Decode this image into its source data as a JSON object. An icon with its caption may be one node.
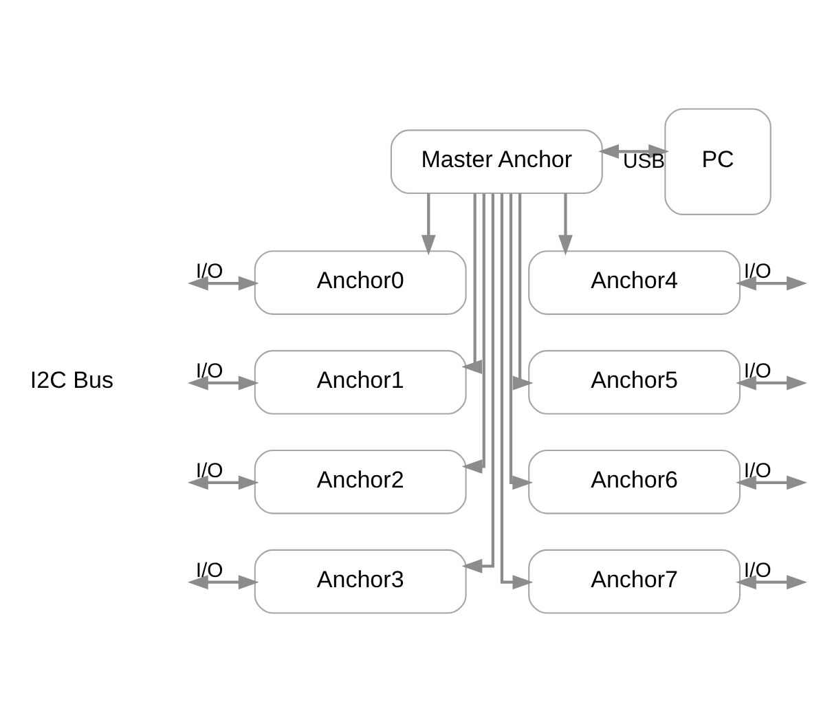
{
  "diagram": {
    "nodes": [
      {
        "text": [
          "Master Anchor"
        ]
      },
      {
        "text": [
          "PC"
        ]
      },
      {
        "text": [
          "Anchor0"
        ]
      },
      {
        "text": [
          "Anchor1"
        ]
      },
      {
        "text": [
          "Anchor2"
        ]
      },
      {
        "text": [
          "Anchor3"
        ]
      },
      {
        "text": [
          "Anchor4"
        ]
      },
      {
        "text": [
          "Anchor5"
        ]
      },
      {
        "text": [
          "Anchor6"
        ]
      },
      {
        "text": [
          "Anchor7"
        ]
      }
    ],
    "edges": [
      {
        "from": 0,
        "to": 1,
        "arrow": "both",
        "label": "USB"
      },
      {
        "from": 0,
        "to": 2,
        "arrow": "to"
      },
      {
        "from": 0,
        "to": 3,
        "arrow": "to"
      },
      {
        "from": 0,
        "to": 4,
        "arrow": "to"
      },
      {
        "from": 0,
        "to": 5,
        "arrow": "to"
      },
      {
        "from": 0,
        "to": 6,
        "arrow": "to"
      },
      {
        "from": 0,
        "to": 7,
        "arrow": "to"
      },
      {
        "from": 0,
        "to": 8,
        "arrow": "to"
      },
      {
        "from": 0,
        "to": 9,
        "arrow": "to"
      },
      {
        "from": null,
        "to": 2,
        "arrow": "both",
        "label": "I/O"
      },
      {
        "from": null,
        "to": 3,
        "arrow": "both",
        "label": "I/O"
      },
      {
        "from": null,
        "to": 4,
        "arrow": "both",
        "label": "I/O"
      },
      {
        "from": null,
        "to": 5,
        "arrow": "both",
        "label": "I/O"
      },
      {
        "from": null,
        "to": 6,
        "arrow": "both",
        "label": "I/O"
      },
      {
        "from": null,
        "to": 7,
        "arrow": "both",
        "label": "I/O"
      },
      {
        "from": null,
        "to": 8,
        "arrow": "both",
        "label": "I/O"
      },
      {
        "from": null,
        "to": 9,
        "arrow": "both",
        "label": "I/O"
      }
    ],
    "labels": [
      "I2C Bus"
    ]
  }
}
